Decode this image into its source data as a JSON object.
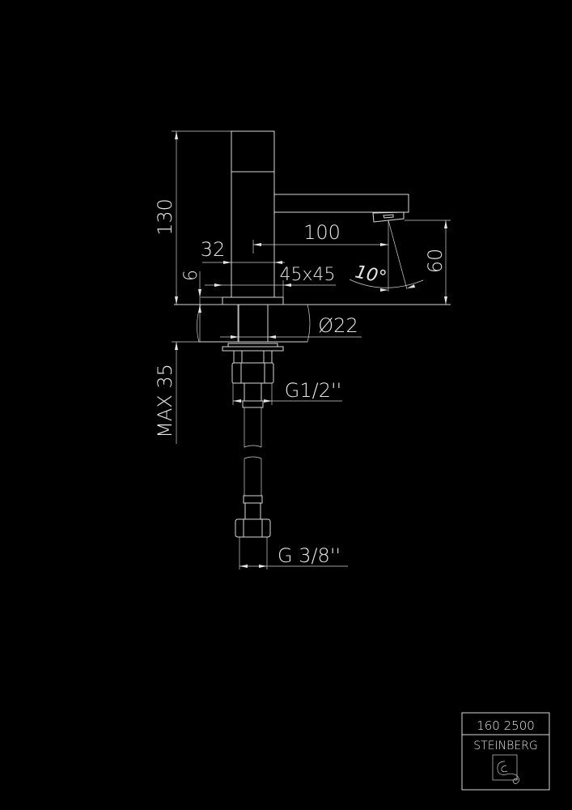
{
  "dimensions": {
    "height_total": "130",
    "spout_reach": "100",
    "body_width": "32",
    "plate_thickness": "6",
    "base_size": "45x45",
    "spout_angle": "10°",
    "spout_height": "60",
    "hole_diameter": "Ø22",
    "max_counter": "MAX 35",
    "inlet_thread": "G1/2''",
    "hose_thread": "G 3/8''"
  },
  "title_block": {
    "code": "160 2500",
    "brand": "STEINBERG"
  },
  "colors": {
    "line": "#d9d9d9",
    "background": "#000000"
  }
}
